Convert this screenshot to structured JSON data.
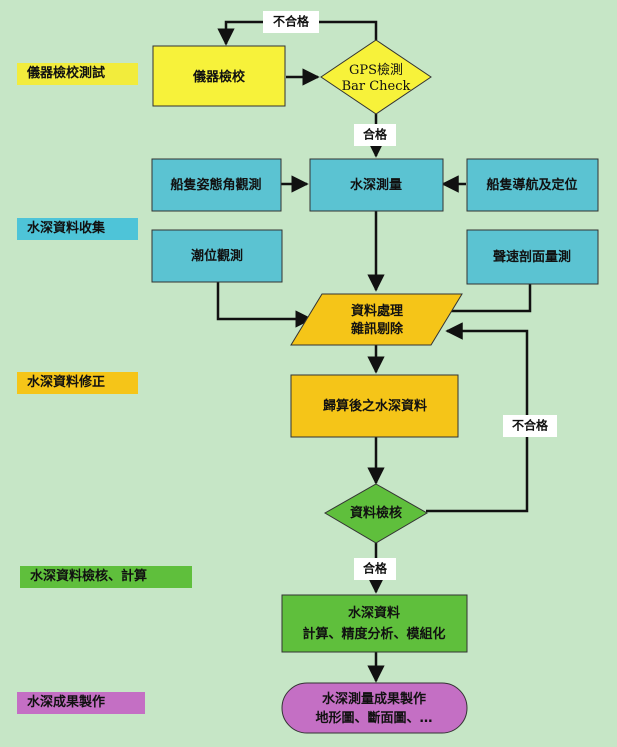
{
  "lanes": [
    {
      "label": "儀器檢校測試",
      "color": "#f2ec3c"
    },
    {
      "label": "水深資料收集",
      "color": "#4ec4d8"
    },
    {
      "label": "水深資料修正",
      "color": "#f5c518"
    },
    {
      "label": "水深資料檢核、計算",
      "color": "#5fbf3c"
    },
    {
      "label": "水深成果製作",
      "color": "#c46fc4"
    }
  ],
  "nodes": {
    "calibration": {
      "lines": [
        "儀器檢校"
      ],
      "color": "#f7f23a"
    },
    "gps_check": {
      "lines": [
        "GPS檢測",
        "Bar Check"
      ],
      "color": "#f7f23a"
    },
    "attitude": {
      "lines": [
        "船隻姿態角觀測"
      ],
      "color": "#5bc3d2"
    },
    "depth_survey": {
      "lines": [
        "水深測量"
      ],
      "color": "#5bc3d2"
    },
    "navigation": {
      "lines": [
        "船隻導航及定位"
      ],
      "color": "#5bc3d2"
    },
    "tide": {
      "lines": [
        "潮位觀測"
      ],
      "color": "#5bc3d2"
    },
    "sound_speed": {
      "lines": [
        "聲速剖面量測"
      ],
      "color": "#5bc3d2"
    },
    "processing": {
      "lines": [
        "資料處理",
        "雜訊剔除"
      ],
      "color": "#f5c518"
    },
    "reduced": {
      "lines": [
        "歸算後之水深資料"
      ],
      "color": "#f5c518"
    },
    "check": {
      "lines": [
        "資料檢核"
      ],
      "color": "#5fbf3c"
    },
    "compute": {
      "lines": [
        "水深資料",
        "計算、精度分析、模組化"
      ],
      "color": "#5fbf3c"
    },
    "products": {
      "lines": [
        "水深測量成果製作",
        "地形圖、斷面圖、…"
      ],
      "color": "#c46fc4"
    }
  },
  "edge_labels": {
    "fail_top": "不合格",
    "pass_gps": "合格",
    "fail_check": "不合格",
    "pass_check": "合格"
  },
  "colors": {
    "background": "#c6e6c6",
    "line": "#111111"
  }
}
